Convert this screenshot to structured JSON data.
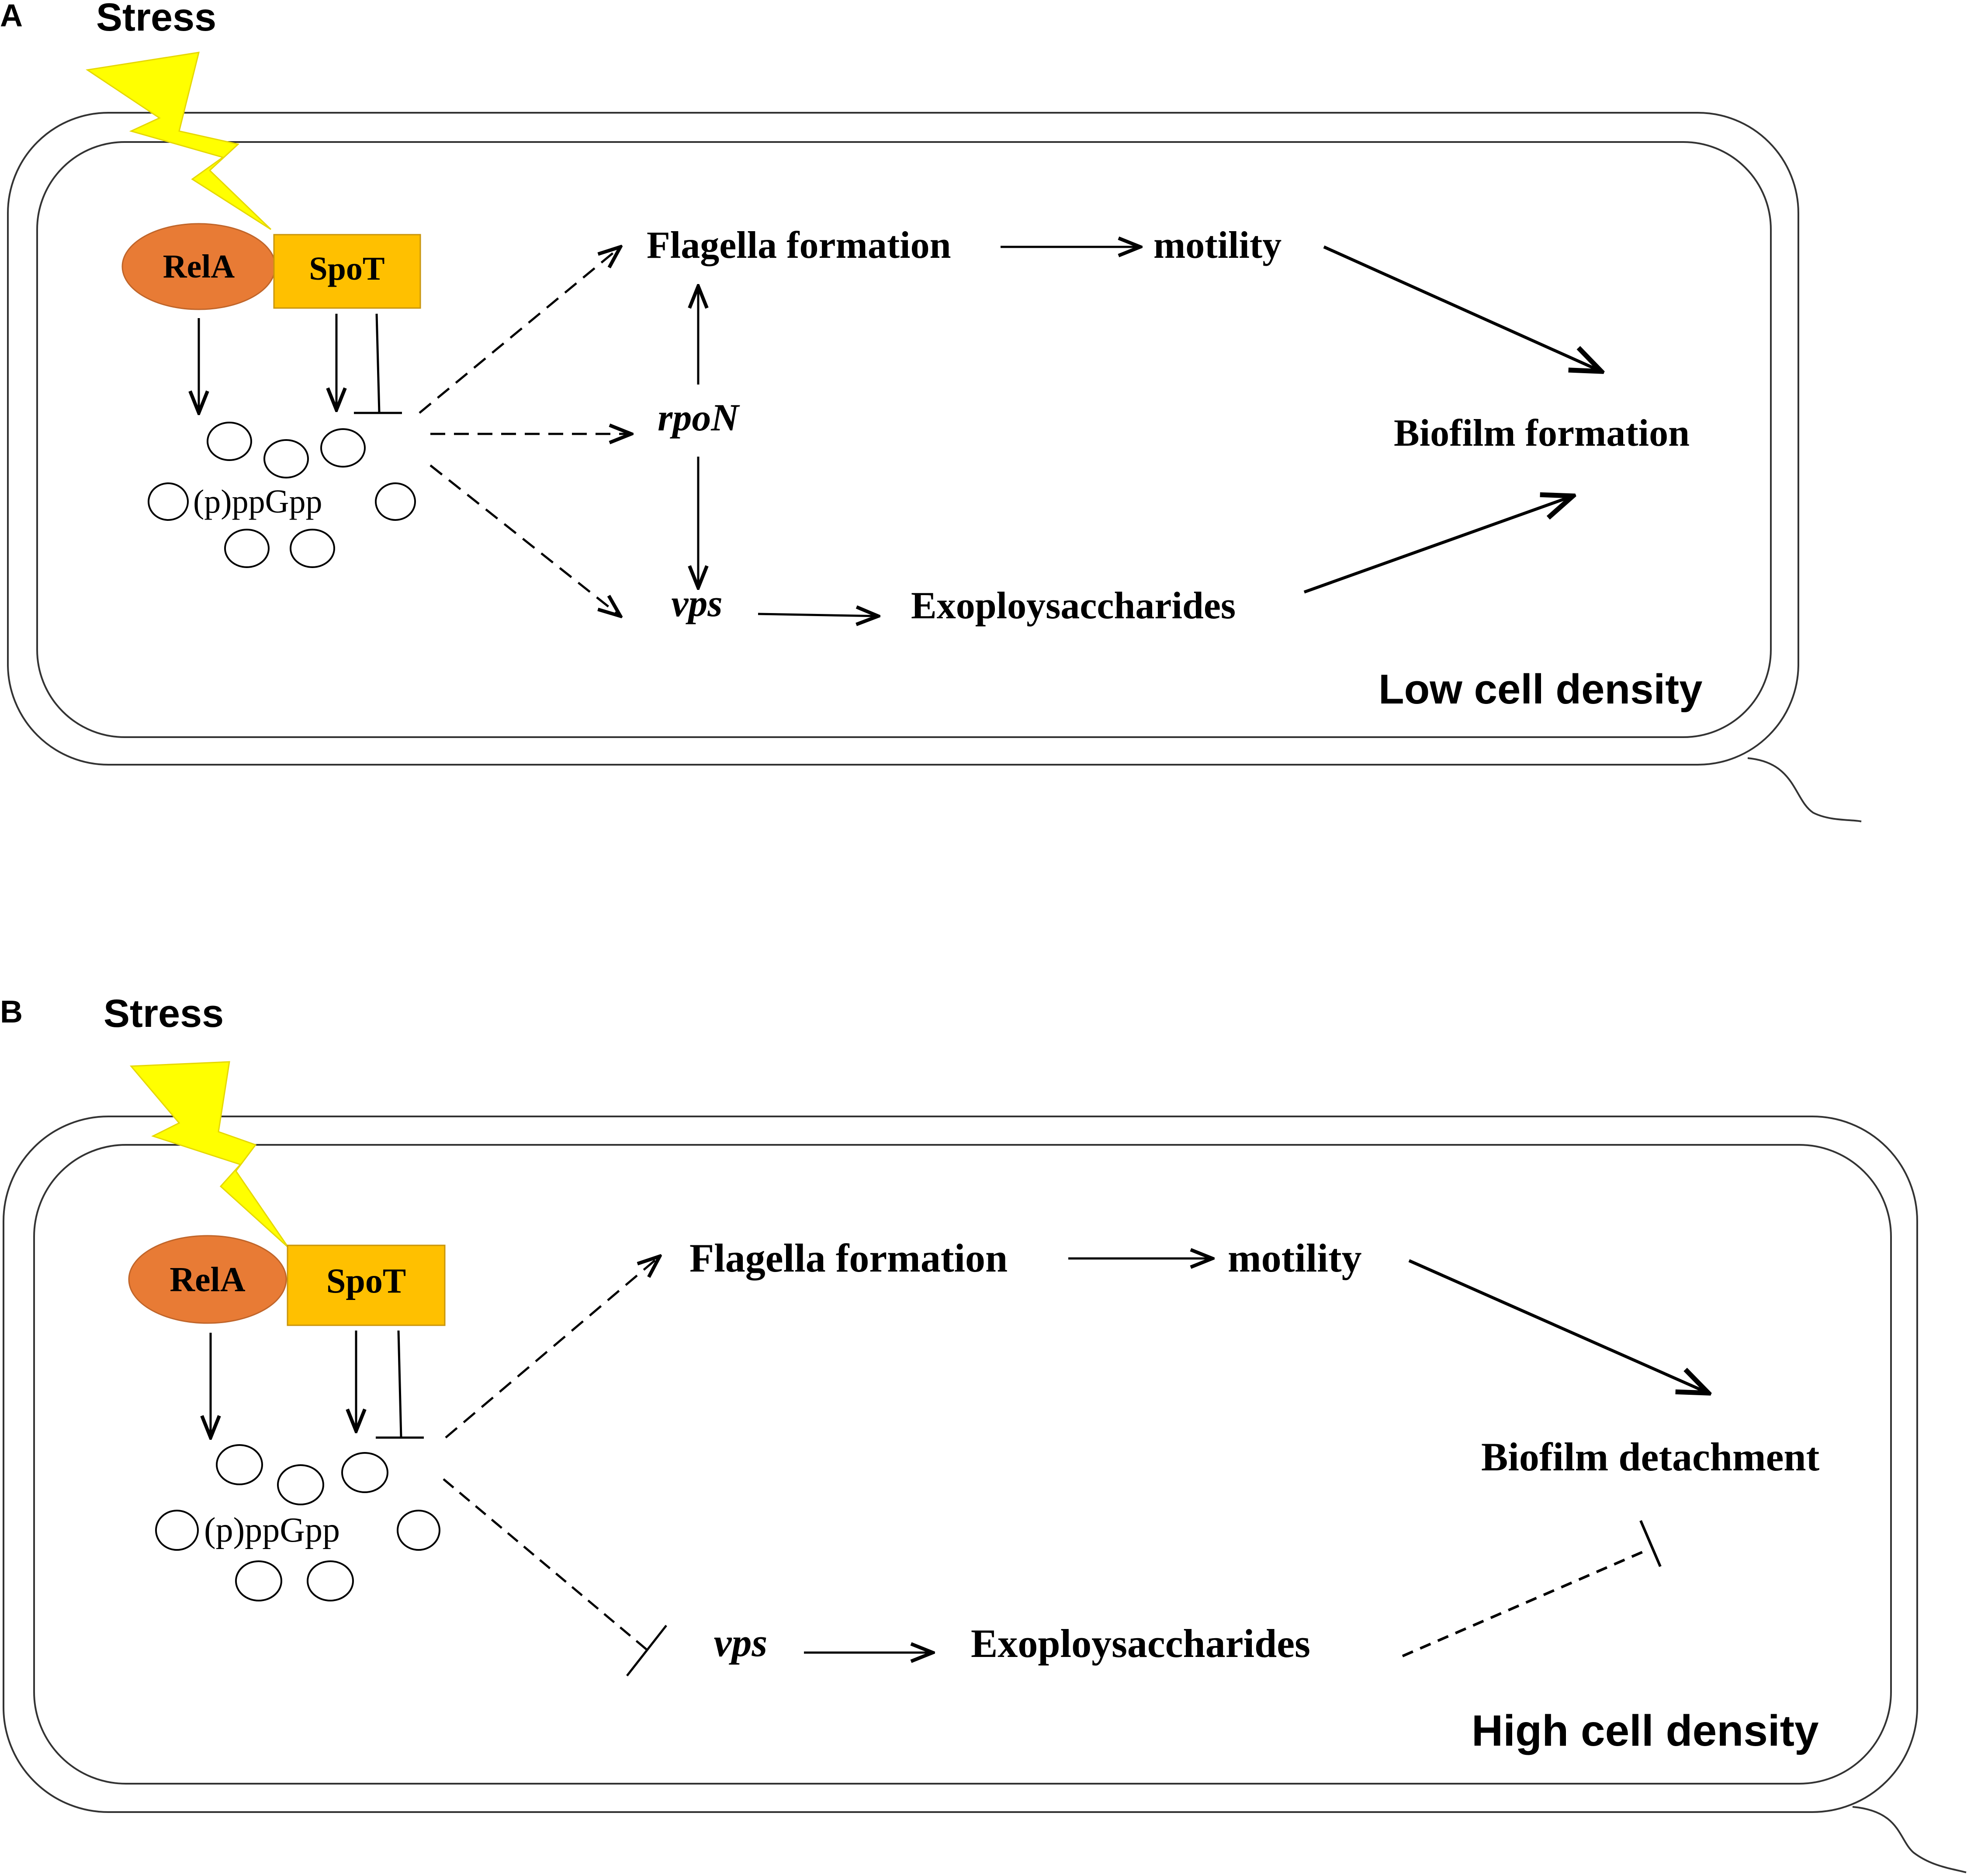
{
  "colors": {
    "rela_fill": "#E87B35",
    "spot_fill": "#FFC000",
    "stress_bolt": "#FFFF00",
    "line": "#000000"
  },
  "panels": [
    {
      "letter": "A",
      "stress": "Stress",
      "rela": "RelA",
      "spot": "SpoT",
      "alarmone": "(p)ppGpp",
      "flagella": "Flagella formation",
      "motility": "motility",
      "rpon": "rpoN",
      "vps": "vps",
      "eps": "Exoploysaccharides",
      "outcome": "Biofilm formation",
      "density": "Low cell density"
    },
    {
      "letter": "B",
      "stress": "Stress",
      "rela": "RelA",
      "spot": "SpoT",
      "alarmone": "(p)ppGpp",
      "flagella": "Flagella formation",
      "motility": "motility",
      "vps": "vps",
      "eps": "Exoploysaccharides",
      "outcome": "Biofilm detachment",
      "density": "High cell density"
    }
  ],
  "icons": [
    "lightning-bolt-icon",
    "arrow-icon",
    "inhibition-bar-icon"
  ]
}
